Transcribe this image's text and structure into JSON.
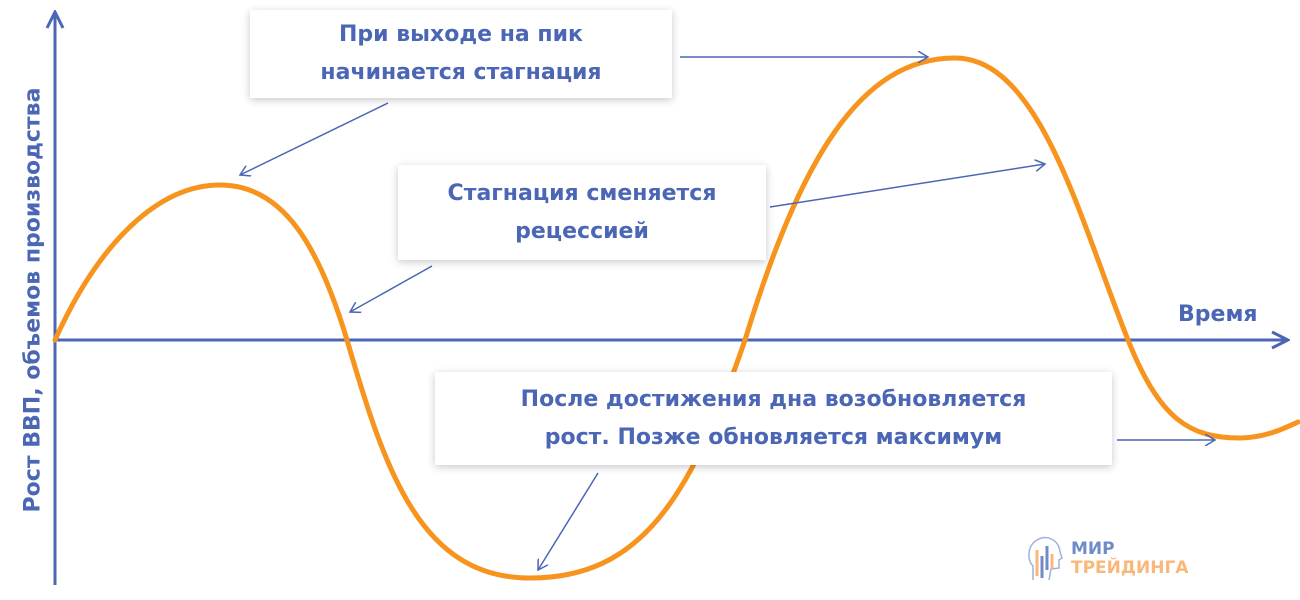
{
  "axes": {
    "y_label": "Рост ВВП, объемов производства",
    "x_label": "Время"
  },
  "callouts": [
    {
      "line1": "При выходе на пик",
      "line2": "начинается стагнация"
    },
    {
      "line1": "Стагнация сменяется",
      "line2": "рецессией"
    },
    {
      "line1": "После достижения дна возобновляется",
      "line2": "рост. Позже обновляется максимум"
    }
  ],
  "logo": {
    "line1": "МИР",
    "line2": "ТРЕЙДИНГА"
  },
  "colors": {
    "axis": "#4a66b5",
    "curve": "#f7941d",
    "logo_top": "#6f8cc9",
    "logo_bottom": "#f9b77a"
  }
}
